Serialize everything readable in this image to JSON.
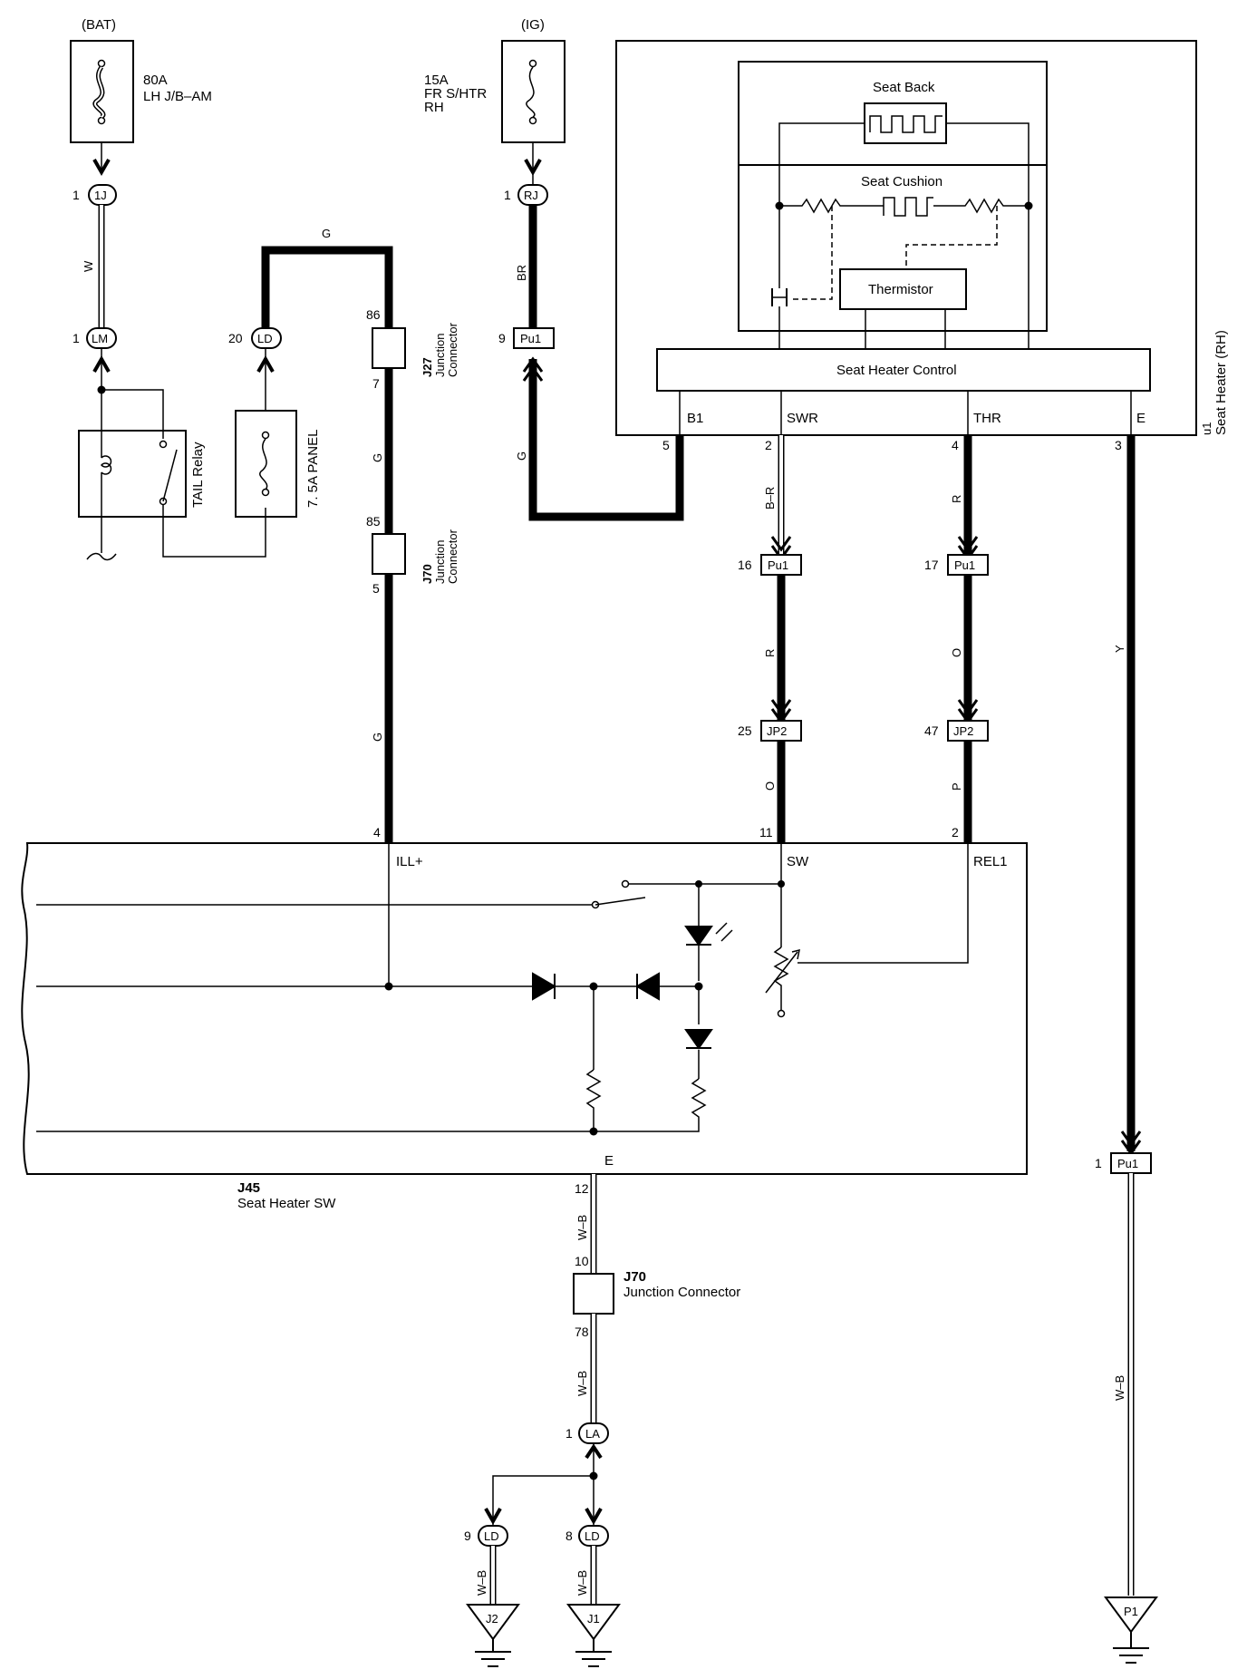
{
  "power": {
    "bat": "(BAT)",
    "ig": "(IG)",
    "fuse_bat_amp": "80A",
    "fuse_bat_name": "LH J/B–AM",
    "fuse_ig_amp": "15A",
    "fuse_ig_name1": "FR S/HTR",
    "fuse_ig_name2": "RH",
    "panel_fuse": "7. 5A PANEL",
    "tail_relay": "TAIL Relay"
  },
  "connectors": {
    "c1J": "1J",
    "c1J_pin": "1",
    "cLM": "LM",
    "cLM_pin": "1",
    "cLD20": "LD",
    "cLD20_pin": "20",
    "cRJ": "RJ",
    "cRJ_pin": "1",
    "cPu1_9": "Pu1",
    "cPu1_9_pin": "9",
    "cPu1_16": "Pu1",
    "cPu1_16_pin": "16",
    "cPu1_17": "Pu1",
    "cPu1_17_pin": "17",
    "cJP2_25": "JP2",
    "cJP2_25_pin": "25",
    "cJP2_47": "JP2",
    "cJP2_47_pin": "47",
    "cPu1_1": "Pu1",
    "cPu1_1_pin": "1",
    "cLA": "LA",
    "cLA_pin": "1",
    "cLD9": "LD",
    "cLD9_pin": "9",
    "cLD8": "LD",
    "cLD8_pin": "8"
  },
  "junctions": {
    "j27_id": "J27",
    "j27_name1": "Junction",
    "j27_name2": "Connector",
    "j27_pin_top": "86",
    "j27_pin_bot": "7",
    "j70a_id": "J70",
    "j70a_name1": "Junction",
    "j70a_name2": "Connector",
    "j70a_pin_top": "85",
    "j70a_pin_bot": "5",
    "j70b_id": "J70",
    "j70b_name": "Junction Connector",
    "j70b_pin_top": "10",
    "j70b_pin_bot": "78"
  },
  "wires": {
    "w_bat": "W",
    "g_top": "G",
    "g_mid": "G",
    "g_low": "G",
    "br": "BR",
    "g_ig": "G",
    "b_r": "B–R",
    "r_left": "R",
    "o_left": "O",
    "r_right": "R",
    "o_right": "O",
    "p_right": "P",
    "y": "Y",
    "wb_1": "W–B",
    "wb_2": "W–B",
    "wb_3": "W–B",
    "wb_4": "W–B",
    "wb_5": "W–B"
  },
  "seat_heater": {
    "id": "u1",
    "name": "Seat Heater (RH)",
    "seat_back": "Seat Back",
    "seat_cushion": "Seat Cushion",
    "thermistor": "Thermistor",
    "control": "Seat Heater Control",
    "t_b1": "B1",
    "t_swr": "SWR",
    "t_thr": "THR",
    "t_e": "E",
    "p_b1": "5",
    "p_swr": "2",
    "p_thr": "4",
    "p_e": "3"
  },
  "switch": {
    "id": "J45",
    "name": "Seat Heater SW",
    "t_ill": "ILL+",
    "t_sw": "SW",
    "t_rel": "REL1",
    "t_e": "E",
    "p_ill": "4",
    "p_sw": "11",
    "p_rel": "2",
    "p_e": "12"
  },
  "grounds": {
    "j2": "J2",
    "j1": "J1",
    "p1": "P1"
  }
}
